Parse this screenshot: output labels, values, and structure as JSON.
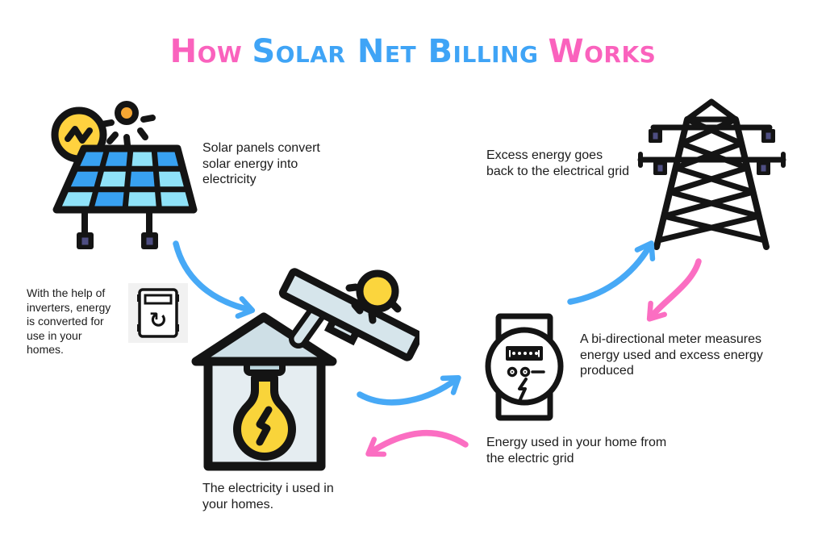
{
  "title": {
    "text": "How Solar Net Billing Works",
    "segments": [
      {
        "text": "How",
        "color": "#FA62BD"
      },
      {
        "text": "Solar Net Billing",
        "color": "#3FA4F6"
      },
      {
        "text": "Works",
        "color": "#FA62BD"
      }
    ]
  },
  "captions": {
    "solar_panels": "Solar panels convert\nsolar energy into\nelectricity",
    "excess_energy": "Excess energy goes\nback to the electrical grid",
    "inverters": "With the help of\ninverters, energy\nis converted for\nuse in your\nhomes.",
    "bidirectional_meter": "A bi-directional meter measures\nenergy used and excess energy\nproduced",
    "energy_used": "Energy used in your home from\nthe electric grid",
    "electricity_home": "The electricity i used in\nyour homes."
  },
  "colors": {
    "title_pink": "#FA62BD",
    "title_blue": "#3FA4F6",
    "arrow_blue": "#47A9F6",
    "arrow_pink": "#FB6EC2",
    "panel_blue": "#38A1F1",
    "panel_cyan": "#8FE2F8",
    "sun_yellow": "#FBD53D",
    "sun_orange": "#F6A733",
    "roof_gray": "#CEDFE6",
    "wall_gray": "#E5EDF1",
    "ink": "#141414"
  },
  "icons": [
    "sun-icon",
    "energy-badge-icon",
    "solar-panel-icon",
    "transmission-tower-icon",
    "inverter-icon",
    "house-icon",
    "rooftop-panel-icon",
    "house-sun-icon",
    "lightbulb-icon",
    "electric-meter-icon",
    "arrow-panel-to-house",
    "arrow-house-to-meter",
    "arrow-grid-to-house",
    "arrow-meter-to-tower",
    "arrow-tower-to-meter"
  ]
}
